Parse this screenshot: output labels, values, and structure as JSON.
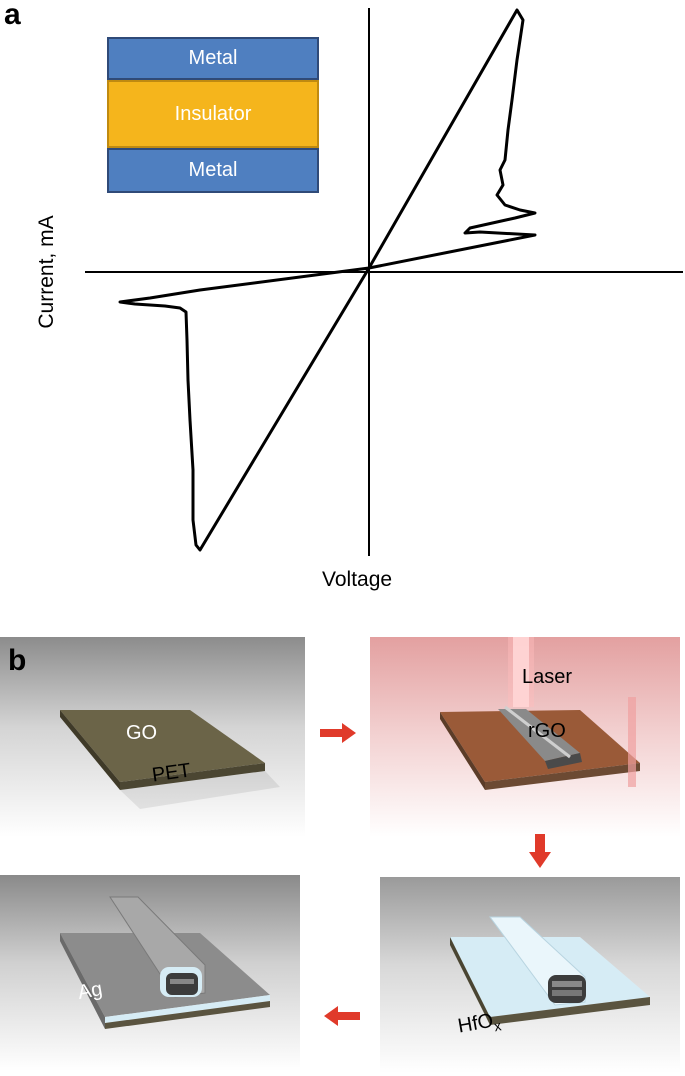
{
  "panel_a": {
    "letter": "a",
    "xlabel": "Voltage",
    "ylabel": "Current, mA",
    "stack": {
      "top": "Metal",
      "middle": "Insulator",
      "bottom": "Metal"
    },
    "colors": {
      "metal": "#4f7fc0",
      "insulator": "#f5b51c"
    }
  },
  "panel_b": {
    "letter": "b",
    "labels": {
      "go": "GO",
      "pet": "PET",
      "laser": "Laser",
      "rgo": "rGO",
      "hfo": "HfO",
      "hfo_sub": "x",
      "ag": "Ag"
    },
    "arrow_color": "#e03a2a"
  }
}
